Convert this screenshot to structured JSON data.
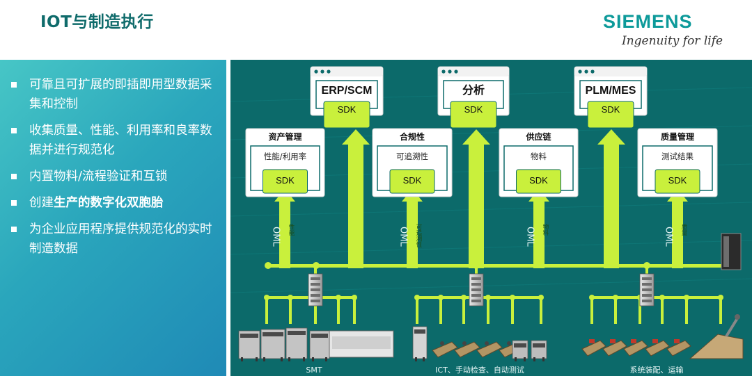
{
  "header": {
    "title": "IOT与制造执行",
    "brand": "SIEMENS",
    "tagline": "Ingenuity for life"
  },
  "bullets": [
    {
      "text": "可靠且可扩展的即插即用型数据采集和控制"
    },
    {
      "text": "收集质量、性能、利用率和良率数据并进行规范化"
    },
    {
      "text": "内置物料/流程验证和互锁"
    },
    {
      "pre": "创建",
      "bold": "生产的数字化双胞胎",
      "post": ""
    },
    {
      "text": "为企业应用程序提供规范化的实时制造数据"
    }
  ],
  "diagram": {
    "sdk_label": "SDK",
    "oml_label": "OML",
    "top_apps": [
      {
        "title": "ERP/SCM"
      },
      {
        "title": "分析"
      },
      {
        "title": "PLM/MES"
      }
    ],
    "mid_apps": [
      {
        "title": "资产管理",
        "subtitle": "性能/利用率",
        "arrow_label": "性能"
      },
      {
        "title": "合规性",
        "subtitle": "可追溯性",
        "arrow_label": "可追溯性"
      },
      {
        "title": "供应链",
        "subtitle": "物料",
        "arrow_label": "物料"
      },
      {
        "title": "质量管理",
        "subtitle": "测试结果",
        "arrow_label": "质量"
      }
    ],
    "zones": [
      {
        "label": "SMT"
      },
      {
        "label": "ICT、手动检查、自动测试"
      },
      {
        "label": "系统装配、运输"
      }
    ],
    "colors": {
      "background": "#0c6a6a",
      "green": "#c9f03c",
      "box": "#ffffff"
    }
  }
}
